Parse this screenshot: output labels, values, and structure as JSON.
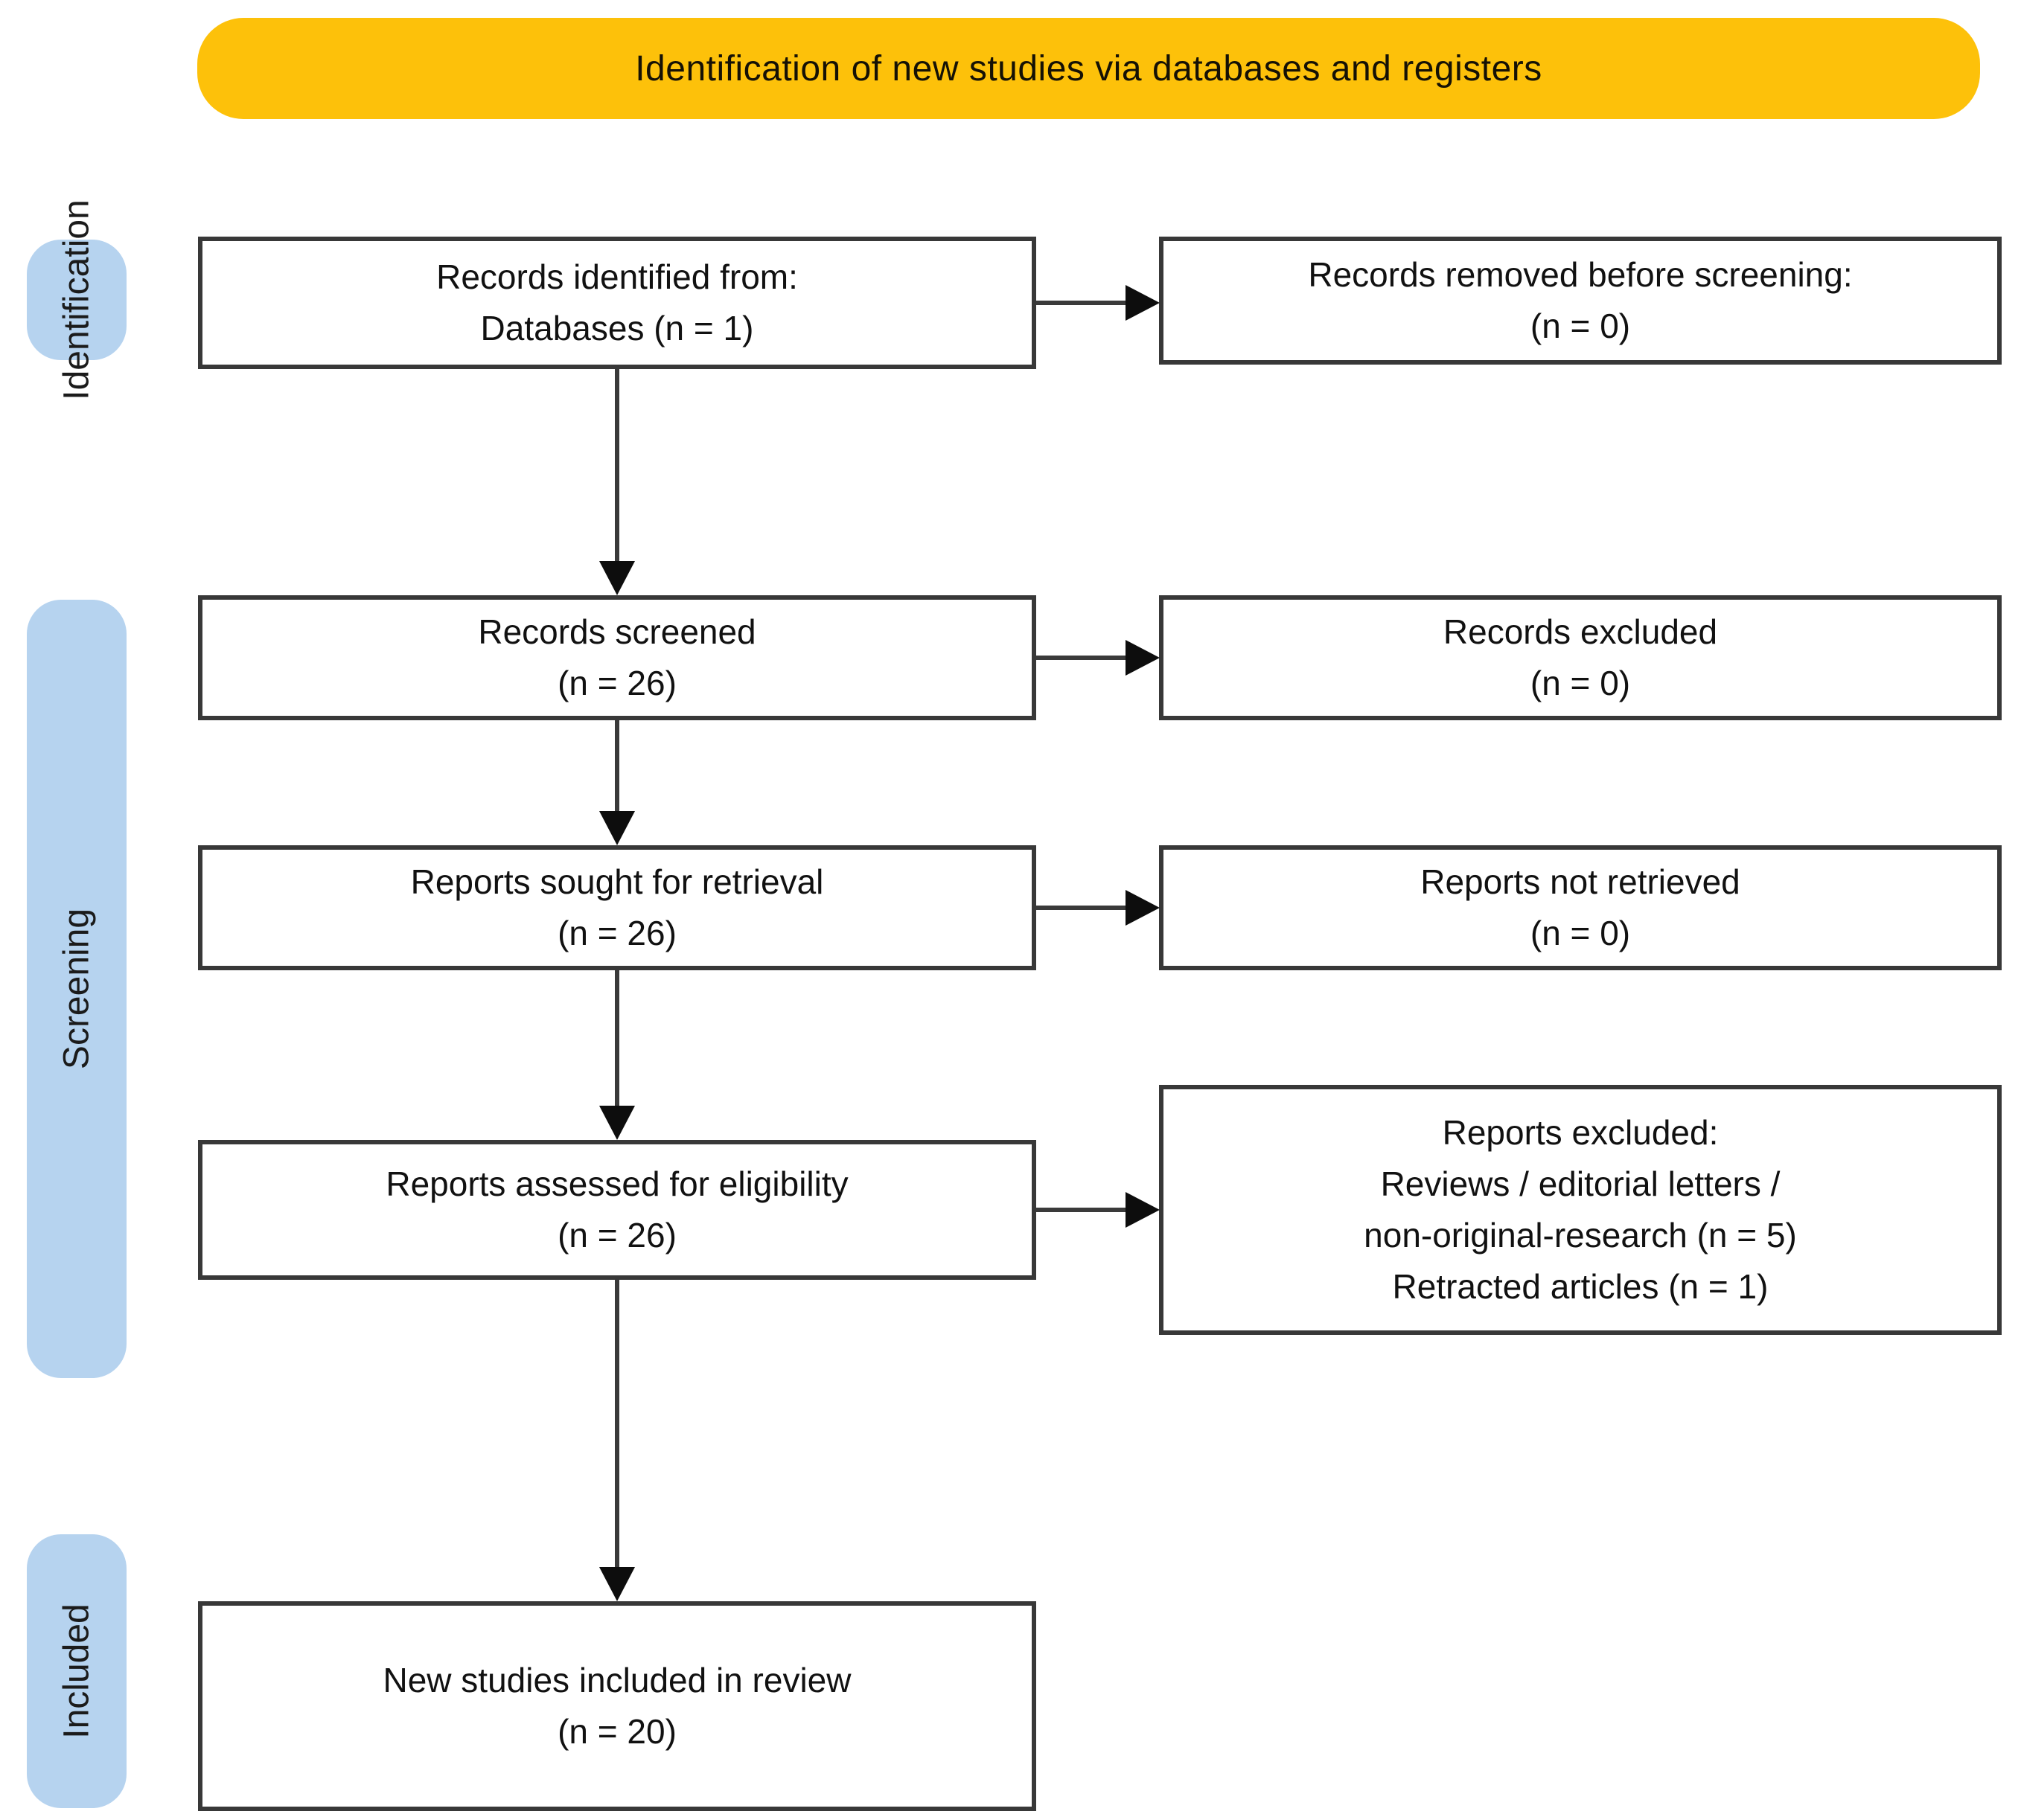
{
  "banner": {
    "label": "Identification of new studies via databases and registers"
  },
  "colors": {
    "banner_bg": "#FDC10A",
    "stage_bg": "#B6D3EF",
    "box_border": "#383838",
    "arrow": "#0D0D0D",
    "background": "#FFFFFF"
  },
  "stages": [
    {
      "label": "Identification"
    },
    {
      "label": "Screening"
    },
    {
      "label": "Included"
    }
  ],
  "flow": {
    "main": [
      {
        "lines": [
          "Records identified from:",
          "Databases (n = 1)"
        ]
      },
      {
        "lines": [
          "Records screened",
          "(n = 26)"
        ]
      },
      {
        "lines": [
          "Reports sought for retrieval",
          "(n = 26)"
        ]
      },
      {
        "lines": [
          "Reports assessed for eligibility",
          "(n = 26)"
        ]
      },
      {
        "lines": [
          "New studies included in review",
          "(n = 20)"
        ]
      }
    ],
    "side": [
      {
        "lines": [
          "Records removed before screening:",
          "(n = 0)"
        ]
      },
      {
        "lines": [
          "Records excluded",
          "(n = 0)"
        ]
      },
      {
        "lines": [
          "Reports not retrieved",
          "(n = 0)"
        ]
      },
      {
        "lines": [
          "Reports excluded:",
          "Reviews / editorial letters /",
          "non-original-research (n = 5)",
          "Retracted articles (n = 1)"
        ]
      }
    ]
  }
}
